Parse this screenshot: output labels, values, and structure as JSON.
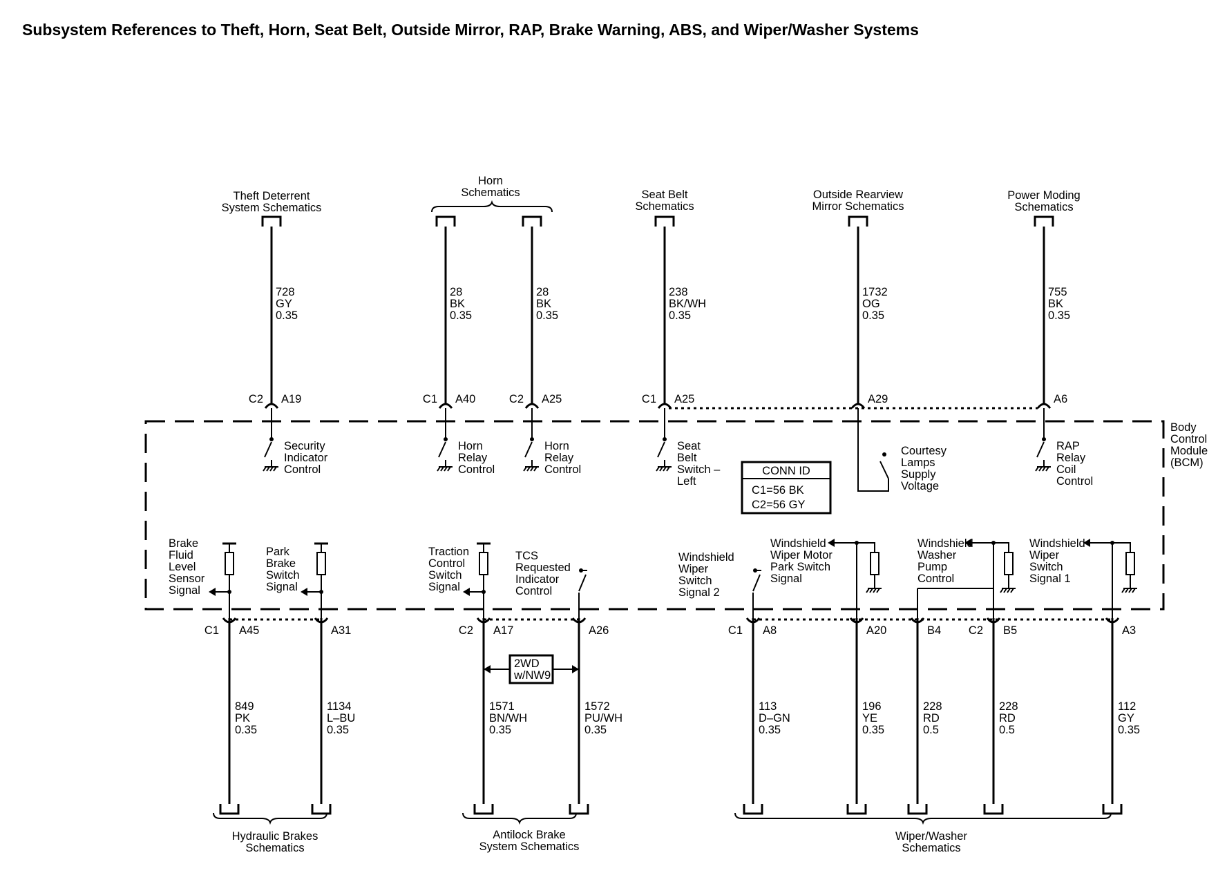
{
  "title": "Subsystem References to Theft, Horn, Seat Belt, Outside Mirror, RAP, Brake Warning, ABS, and Wiper/Washer Systems",
  "module": {
    "line1": "Body",
    "line2": "Control",
    "line3": "Module",
    "line4": "(BCM)"
  },
  "conn_id": {
    "header": "CONN ID",
    "c1": "C1=56 BK",
    "c2": "C2=56 GY"
  },
  "option_box": {
    "line1": "2WD",
    "line2": "w/NW9"
  },
  "top_refs": {
    "theft": [
      "Theft Deterrent",
      "System Schematics"
    ],
    "horn": [
      "Horn",
      "Schematics"
    ],
    "seatbelt": [
      "Seat Belt",
      "Schematics"
    ],
    "mirror": [
      "Outside Rearview",
      "Mirror Schematics"
    ],
    "power": [
      "Power Moding",
      "Schematics"
    ]
  },
  "bottom_refs": {
    "hydraulic": [
      "Hydraulic Brakes",
      "Schematics"
    ],
    "abs": [
      "Antilock Brake",
      "System Schematics"
    ],
    "wiper": [
      "Wiper/Washer",
      "Schematics"
    ]
  },
  "top_circuits": [
    {
      "conn": "C2",
      "pin": "A19",
      "wire": [
        "728",
        "GY",
        "0.35"
      ],
      "func": [
        "Security",
        "Indicator",
        "Control"
      ]
    },
    {
      "conn": "C1",
      "pin": "A40",
      "wire": [
        "28",
        "BK",
        "0.35"
      ],
      "func": [
        "Horn",
        "Relay",
        "Control"
      ]
    },
    {
      "conn": "C2",
      "pin": "A25",
      "wire": [
        "28",
        "BK",
        "0.35"
      ],
      "func": [
        "Horn",
        "Relay",
        "Control"
      ]
    },
    {
      "conn": "C1",
      "pin": "A25",
      "wire": [
        "238",
        "BK/WH",
        "0.35"
      ],
      "func": [
        "Seat",
        "Belt",
        "Switch –",
        "Left"
      ]
    },
    {
      "conn": "",
      "pin": "A29",
      "wire": [
        "1732",
        "OG",
        "0.35"
      ],
      "func": [
        "Courtesy",
        "Lamps",
        "Supply",
        "Voltage"
      ]
    },
    {
      "conn": "",
      "pin": "A6",
      "wire": [
        "755",
        "BK",
        "0.35"
      ],
      "func": [
        "RAP",
        "Relay",
        "Coil",
        "Control"
      ]
    }
  ],
  "bottom_circuits": [
    {
      "conn": "C1",
      "pin": "A45",
      "wire": [
        "849",
        "PK",
        "0.35"
      ],
      "func": [
        "Brake",
        "Fluid",
        "Level",
        "Sensor",
        "Signal"
      ]
    },
    {
      "conn": "",
      "pin": "A31",
      "wire": [
        "1134",
        "L–BU",
        "0.35"
      ],
      "func": [
        "Park",
        "Brake",
        "Switch",
        "Signal"
      ]
    },
    {
      "conn": "C2",
      "pin": "A17",
      "wire": [
        "1571",
        "BN/WH",
        "0.35"
      ],
      "func": [
        "Traction",
        "Control",
        "Switch",
        "Signal"
      ]
    },
    {
      "conn": "",
      "pin": "A26",
      "wire": [
        "1572",
        "PU/WH",
        "0.35"
      ],
      "func": [
        "TCS",
        "Requested",
        "Indicator",
        "Control"
      ]
    },
    {
      "conn": "C1",
      "pin": "A8",
      "wire": [
        "113",
        "D–GN",
        "0.35"
      ],
      "func": [
        "Windshield",
        "Wiper",
        "Switch",
        "Signal 2"
      ]
    },
    {
      "conn": "",
      "pin": "A20",
      "wire": [
        "196",
        "YE",
        "0.35"
      ],
      "func": [
        "Windshield",
        "Wiper Motor",
        "Park Switch",
        "Signal"
      ]
    },
    {
      "conn": "",
      "pin": "B4",
      "wire": [
        "228",
        "RD",
        "0.5"
      ],
      "func": [
        "Windshield",
        "Washer",
        "Pump",
        "Control"
      ]
    },
    {
      "conn": "C2",
      "pin": "B5",
      "wire": [
        "228",
        "RD",
        "0.5"
      ],
      "func": []
    },
    {
      "conn": "",
      "pin": "A3",
      "wire": [
        "112",
        "GY",
        "0.35"
      ],
      "func": [
        "Windshield",
        "Wiper",
        "Switch",
        "Signal 1"
      ]
    }
  ]
}
